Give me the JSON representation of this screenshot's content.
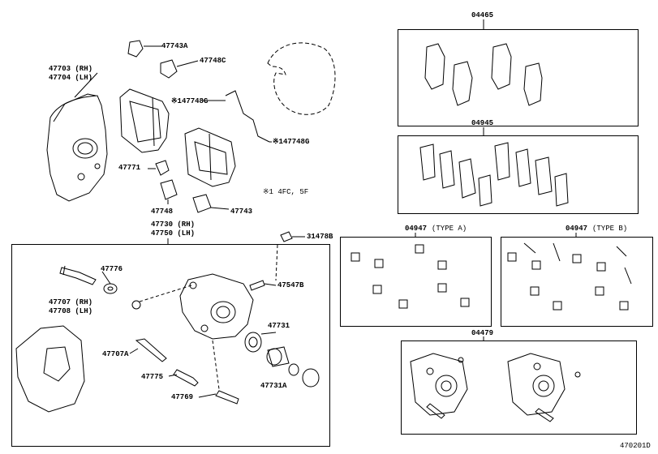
{
  "diagram_id": "470201D",
  "note": "※1 4FC, 5F",
  "main_box_labels": {
    "assembly_rh": "47730 (RH)",
    "assembly_lh": "47750 (LH)"
  },
  "part_labels": {
    "p47743A": "47743A",
    "p47748C": "47748C",
    "p47703": "47703 (RH)",
    "p47704": "47704 (LH)",
    "p147748G_a": "※147748G",
    "p147748G_b": "※147748G",
    "p47771": "47771",
    "p47748": "47748",
    "p47743": "47743",
    "p31478B": "31478B",
    "p47776": "47776",
    "p47547B": "47547B",
    "p47707": "47707 (RH)",
    "p47708": "47708 (LH)",
    "p47731": "47731",
    "p47707A": "47707A",
    "p47775": "47775",
    "p47731A": "47731A",
    "p47769": "47769"
  },
  "kit_labels": {
    "k04465": "04465",
    "k04945": "04945",
    "k04947a": "04947",
    "k04947a_type": "(TYPE A)",
    "k04947b": "04947",
    "k04947b_type": "(TYPE B)",
    "k04479": "04479"
  }
}
